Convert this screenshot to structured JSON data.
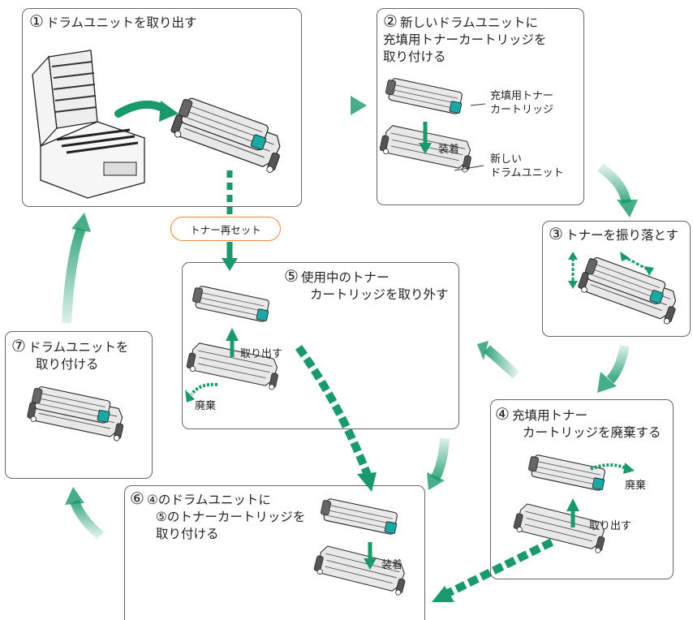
{
  "steps": [
    {
      "id": "1",
      "num": "①",
      "lines": [
        "ドラムユニットを取り出す"
      ]
    },
    {
      "id": "2",
      "num": "②",
      "lines": [
        "新しいドラムユニットに",
        "充填用トナーカートリッジを",
        "取り付ける"
      ]
    },
    {
      "id": "3",
      "num": "③",
      "lines": [
        "トナーを振り落とす"
      ]
    },
    {
      "id": "4",
      "num": "④",
      "lines": [
        "充填用トナー",
        "カートリッジを廃棄する"
      ]
    },
    {
      "id": "5",
      "num": "⑤",
      "lines": [
        "使用中のトナー",
        "カートリッジを取り外す"
      ]
    },
    {
      "id": "6",
      "num": "⑥",
      "lines": [
        "④のドラムユニットに",
        "⑤のトナーカートリッジを",
        "取り付ける"
      ]
    },
    {
      "id": "7",
      "num": "⑦",
      "lines": [
        "ドラムユニットを",
        "取り付ける"
      ]
    }
  ],
  "labels": {
    "toner_cartridge": [
      "充填用トナー",
      "カートリッジ"
    ],
    "install": "装着",
    "new_drum": [
      "新しい",
      "ドラムユニット"
    ],
    "take_out": "取り出す",
    "dispose": "廃棄",
    "toner_reset": "トナー再セット"
  },
  "colors": {
    "arrow_green": "#1a9a6a",
    "panel_border": "#666666",
    "reset_border": "#f08a3c",
    "toner_teal": "#17a9a3"
  }
}
